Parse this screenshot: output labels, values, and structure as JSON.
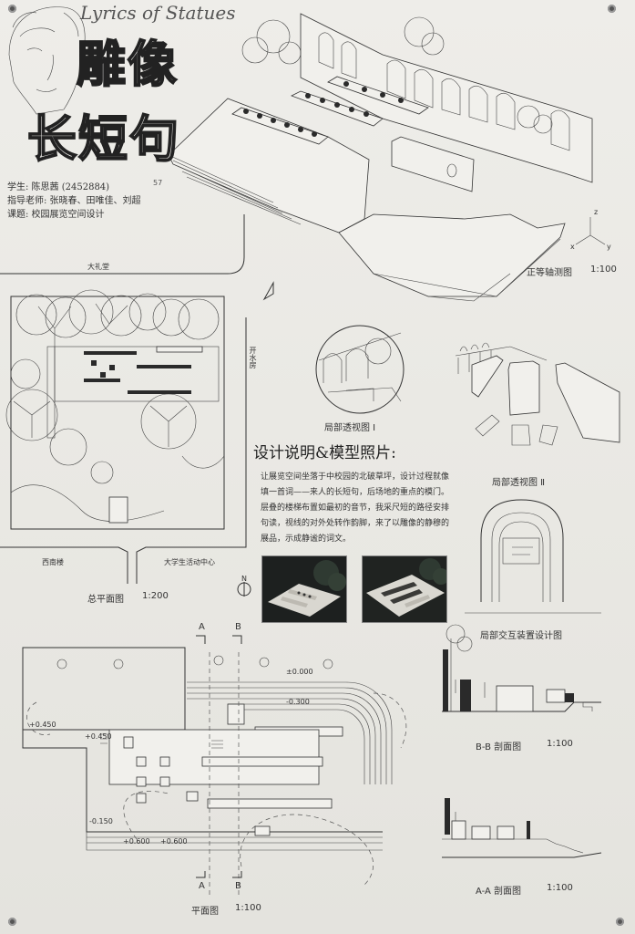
{
  "title": {
    "english": "Lyrics of Statues",
    "chinese_line1": "雕像",
    "chinese_line2": "长短句",
    "mark": "57"
  },
  "credits": {
    "student": "学生: 陈思茜 (2452884)",
    "advisors": "指导老师: 张晓春、田唯佳、刘超",
    "course": "课题: 校园展览空间设计"
  },
  "axonometric": {
    "caption": "正等轴测图",
    "scale": "1:100",
    "axis_x": "x",
    "axis_y": "y",
    "axis_z": "z"
  },
  "site": {
    "road_top": "大礼堂",
    "road_right": "开水房",
    "road_bottom_left": "西南楼",
    "road_bottom_right": "大学生活动中心",
    "caption": "总平面图",
    "scale": "1:200"
  },
  "detail1": {
    "caption": "局部透视图 Ⅰ"
  },
  "detail2": {
    "caption": "局部透视图 Ⅱ"
  },
  "description": {
    "heading": "设计说明&模型照片:",
    "text": "让展览空间坐落于中校园的北破草坪，设计过程就像填一首词——来人的长短句，后场地的重点的模门。层叠的楼梯布置如最初的音节，我采尺短的路径安排句读，视线的对外处转作韵脚，来了以雕像的静穆的展品，示成静谧的词文。"
  },
  "interactive": {
    "caption": "局部交互装置设计图"
  },
  "section_bb": {
    "caption": "B-B 剖面图",
    "scale": "1:100"
  },
  "section_aa": {
    "caption": "A-A 剖面图",
    "scale": "1:100"
  },
  "plan": {
    "caption": "平面图",
    "scale": "1:100",
    "cut_a_top": "A",
    "cut_b_top": "B",
    "cut_a_bottom": "A",
    "cut_b_bottom": "B",
    "level1": "±0.000",
    "level2": "-0.300",
    "level3": "+0.450",
    "level4": "+0.450",
    "level5": "-0.150",
    "level6": "+0.600",
    "level7": "+0.600"
  },
  "north_symbol": "N",
  "colors": {
    "paper": "#eeede9",
    "ink": "#2b2b2b",
    "photo_dark": "#2a2d2b"
  }
}
